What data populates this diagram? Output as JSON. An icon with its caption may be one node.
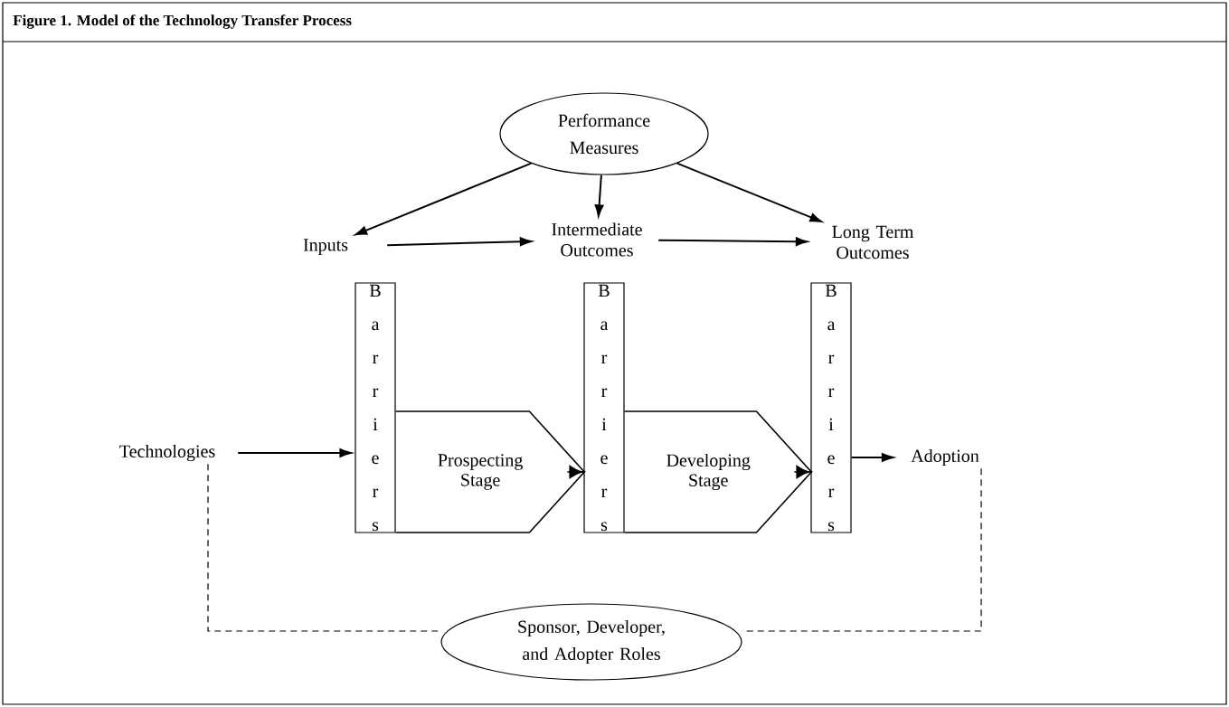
{
  "diagram": {
    "title": "Figure 1. Model of the Technology Transfer Process",
    "nodes": [
      {
        "text": [
          "Performance Measures"
        ]
      },
      {
        "text": [
          "Inputs"
        ]
      },
      {
        "text": [
          "Intermediate Outcomes"
        ]
      },
      {
        "text": [
          "Long Term Outcomes"
        ]
      },
      {
        "text": [
          "Barriers"
        ]
      },
      {
        "text": [
          "Barriers"
        ]
      },
      {
        "text": [
          "Barriers"
        ]
      },
      {
        "text": [
          "Technologies"
        ]
      },
      {
        "text": [
          "Adoption"
        ]
      },
      {
        "text": [
          "Sponsor, Developer, and Adopter Roles"
        ]
      }
    ],
    "edges": [
      {
        "from": 0,
        "to": 1,
        "arrow": "to"
      },
      {
        "from": 0,
        "to": 2,
        "arrow": "to"
      },
      {
        "from": 0,
        "to": 3,
        "arrow": "to"
      },
      {
        "from": 1,
        "to": 2,
        "arrow": "to"
      },
      {
        "from": 2,
        "to": 3,
        "arrow": "to"
      },
      {
        "from": 7,
        "to": 4,
        "arrow": "to"
      },
      {
        "from": 4,
        "to": 5,
        "arrow": "to",
        "label": "Prospecting Stage"
      },
      {
        "from": 5,
        "to": 6,
        "arrow": "to",
        "label": "Developing Stage"
      },
      {
        "from": 6,
        "to": 8,
        "arrow": "to"
      },
      {
        "from": 7,
        "to": 9,
        "arrow": "none",
        "style": "dashed"
      },
      {
        "from": 8,
        "to": 9,
        "arrow": "none",
        "style": "dashed"
      }
    ]
  }
}
